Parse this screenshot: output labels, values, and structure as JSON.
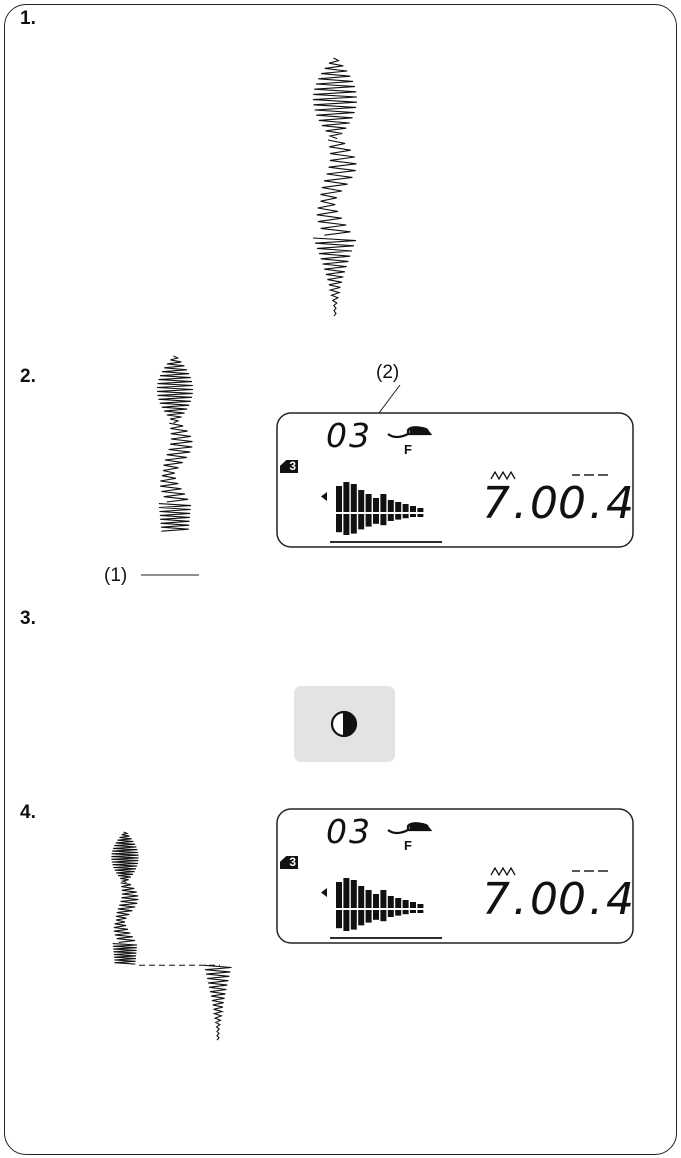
{
  "steps": [
    {
      "label": "1."
    },
    {
      "label": "2."
    },
    {
      "label": "3."
    },
    {
      "label": "4."
    }
  ],
  "callouts": {
    "pattern_start_marker": "(1)",
    "pattern_number_marker": "(2)"
  },
  "lcd_display_step2": {
    "pattern_number": "03",
    "foot_letter": "F",
    "memory_badge": "3",
    "stitch_width": "7.0",
    "stitch_length": "0.4",
    "width_icon": "zigzag-width-icon",
    "length_icon": "stitch-length-icon"
  },
  "lcd_display_step4": {
    "pattern_number": "03",
    "foot_letter": "F",
    "memory_badge": "3",
    "stitch_width": "7.0",
    "stitch_length": "0.4",
    "width_icon": "zigzag-width-icon",
    "length_icon": "stitch-length-icon"
  },
  "mirror_button": {
    "icon": "mirror-image-icon"
  }
}
